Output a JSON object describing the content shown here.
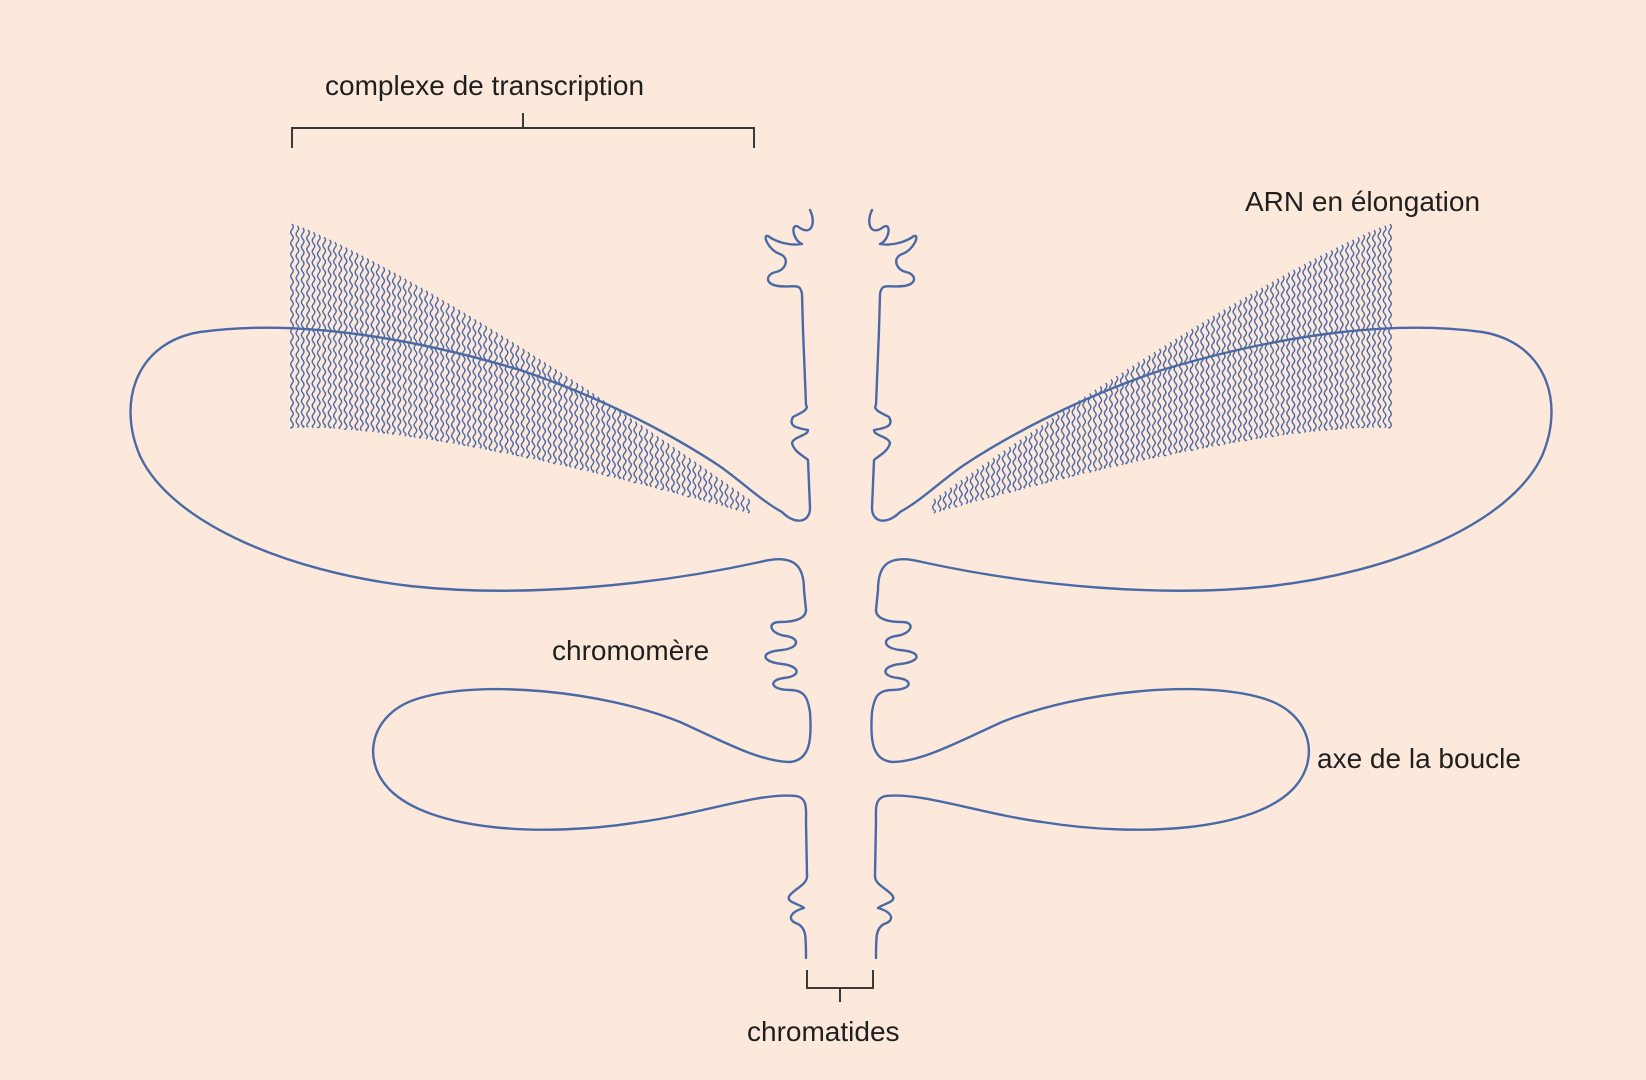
{
  "labels": {
    "transcription_complex": "complexe de transcription",
    "elongating_rna": "ARN en élongation",
    "chromomere": "chromomère",
    "loop_axis": "axe de la boucle",
    "chromatids": "chromatides"
  },
  "colors": {
    "background": "#fde9dc",
    "strand": "#4a6aa6",
    "bracket": "#3a3a3a",
    "text": "#1f1f1f"
  }
}
